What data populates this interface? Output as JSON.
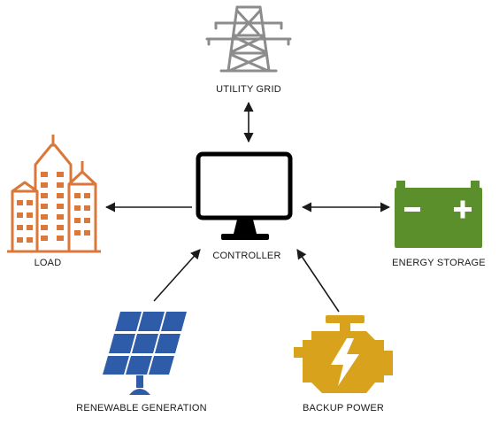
{
  "nodes": {
    "utility_grid": {
      "label": "UTILITY GRID",
      "icon": "transmission-tower-icon",
      "color": "#8c8c8c"
    },
    "controller": {
      "label": "CONTROLLER",
      "icon": "computer-monitor-icon",
      "color": "#000000"
    },
    "load": {
      "label": "LOAD",
      "icon": "city-buildings-icon",
      "color": "#d9783a"
    },
    "energy_storage": {
      "label": "ENERGY STORAGE",
      "icon": "battery-icon",
      "color": "#5a8f2b",
      "battery_minus": "−",
      "battery_plus": "+"
    },
    "renewable_generation": {
      "label": "RENEWABLE GENERATION",
      "icon": "solar-panel-icon",
      "color": "#2f5ca8"
    },
    "backup_power": {
      "label": "BACKUP POWER",
      "icon": "engine-generator-icon",
      "color": "#d9a21c"
    }
  },
  "connections": [
    {
      "from": "utility_grid",
      "to": "controller",
      "direction": "both"
    },
    {
      "from": "controller",
      "to": "load",
      "direction": "to"
    },
    {
      "from": "controller",
      "to": "energy_storage",
      "direction": "both"
    },
    {
      "from": "renewable_generation",
      "to": "controller",
      "direction": "to"
    },
    {
      "from": "backup_power",
      "to": "controller",
      "direction": "to"
    }
  ]
}
